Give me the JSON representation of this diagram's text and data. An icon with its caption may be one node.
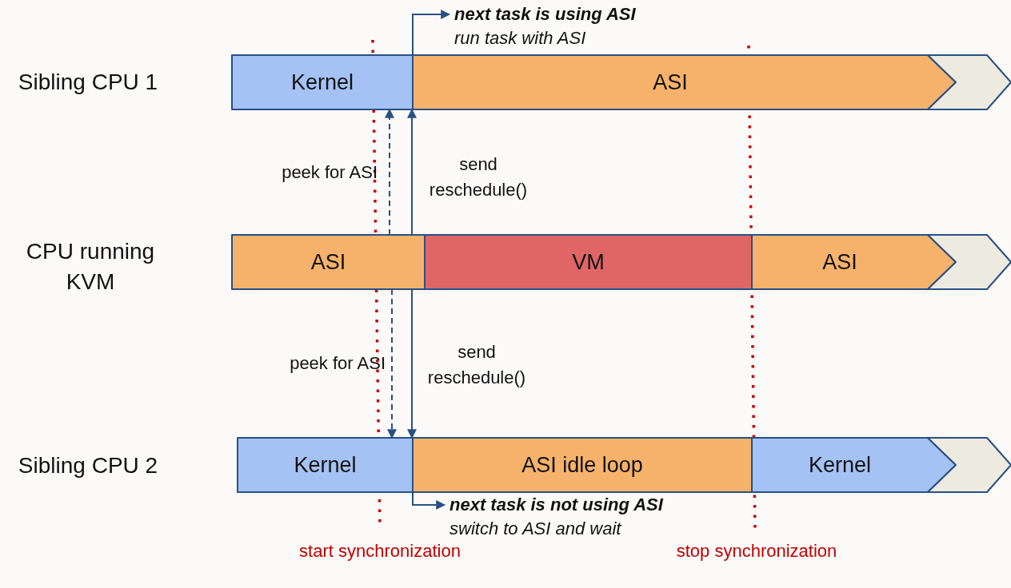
{
  "diagram": {
    "nodes": [
      {
        "text": [
          "Kernel"
        ]
      },
      {
        "text": [
          "ASI"
        ]
      },
      {
        "text": [],
        "shape": "chevron"
      },
      {
        "text": [
          "ASI"
        ]
      },
      {
        "text": [
          "VM"
        ]
      },
      {
        "text": [
          "ASI"
        ]
      },
      {
        "text": [],
        "shape": "chevron"
      },
      {
        "text": [
          "Kernel"
        ]
      },
      {
        "text": [
          "ASI idle loop"
        ]
      },
      {
        "text": [
          "Kernel"
        ]
      },
      {
        "text": [],
        "shape": "chevron"
      },
      {
        "text": [
          "next task is using ASI",
          "run task with ASI"
        ]
      },
      {
        "text": [
          "next task is not using ASI",
          "switch to ASI and wait"
        ]
      }
    ],
    "edges": [
      {
        "from": 0,
        "to": 11,
        "arrow": "to"
      },
      {
        "from": 3,
        "to": 0,
        "arrow": "to",
        "style": "dashed",
        "label": "peek for ASI"
      },
      {
        "from": 3,
        "to": 0,
        "arrow": "to",
        "label": "send reschedule()"
      },
      {
        "from": 3,
        "to": 7,
        "arrow": "to",
        "style": "dashed",
        "label": "peek for ASI"
      },
      {
        "from": 3,
        "to": 7,
        "arrow": "to",
        "label": "send reschedule()"
      },
      {
        "from": 7,
        "to": 12,
        "arrow": "to"
      }
    ],
    "labels": [
      "Sibling CPU 1",
      "CPU running KVM",
      "Sibling CPU 2",
      "start synchronization",
      "stop synchronization"
    ]
  }
}
